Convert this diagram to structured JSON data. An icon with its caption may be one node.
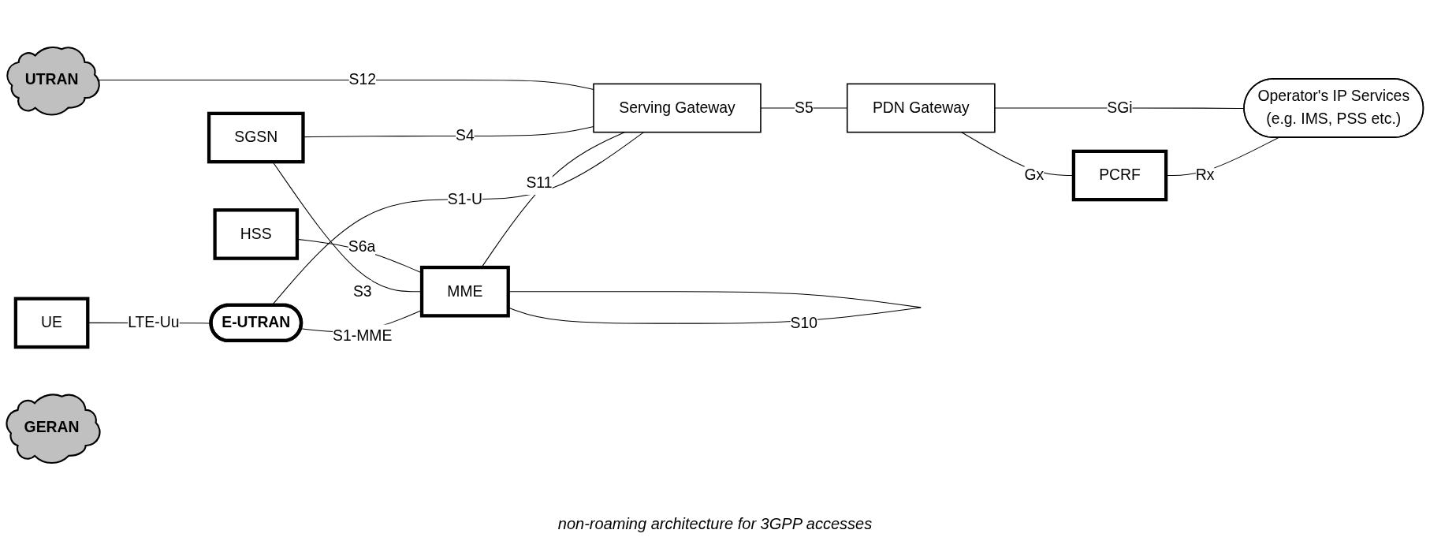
{
  "diagram": {
    "caption": "non-roaming architecture for 3GPP accesses",
    "nodes": [
      {
        "text": [
          "UTRAN"
        ]
      },
      {
        "text": [
          "SGSN"
        ]
      },
      {
        "text": [
          "GERAN"
        ]
      },
      {
        "text": [
          "HSS"
        ]
      },
      {
        "text": [
          "MME"
        ]
      },
      {
        "text": [
          "PCRF"
        ]
      },
      {
        "text": [
          "UE"
        ]
      },
      {
        "text": [
          "E-UTRAN"
        ]
      },
      {
        "text": [
          "Serving Gateway"
        ]
      },
      {
        "text": [
          "PDN Gateway"
        ]
      },
      {
        "text": [
          "Operator's IP Services",
          "(e.g. IMS, PSS etc.)"
        ]
      }
    ],
    "edges": [
      {
        "from": 6,
        "to": 7,
        "arrow": "none",
        "label": "LTE-Uu"
      },
      {
        "from": 7,
        "to": 4,
        "arrow": "none",
        "label": "S1-MME"
      },
      {
        "from": 7,
        "to": 8,
        "arrow": "none",
        "label": "S1-U"
      },
      {
        "from": 1,
        "to": 4,
        "arrow": "none",
        "label": "S3"
      },
      {
        "from": 3,
        "to": 4,
        "arrow": "none",
        "label": "S6a"
      },
      {
        "from": 4,
        "to": 4,
        "arrow": "none",
        "label": "S10"
      },
      {
        "from": 4,
        "to": 8,
        "arrow": "none",
        "label": "S11"
      },
      {
        "from": 1,
        "to": 8,
        "arrow": "none",
        "label": "S4"
      },
      {
        "from": 0,
        "to": 8,
        "arrow": "none",
        "label": "S12"
      },
      {
        "from": 8,
        "to": 9,
        "arrow": "none",
        "label": "S5"
      },
      {
        "from": 9,
        "to": 5,
        "arrow": "none",
        "label": "Gx"
      },
      {
        "from": 5,
        "to": 10,
        "arrow": "none",
        "label": "Rx"
      },
      {
        "from": 9,
        "to": 10,
        "arrow": "none",
        "label": "SGi"
      }
    ]
  }
}
